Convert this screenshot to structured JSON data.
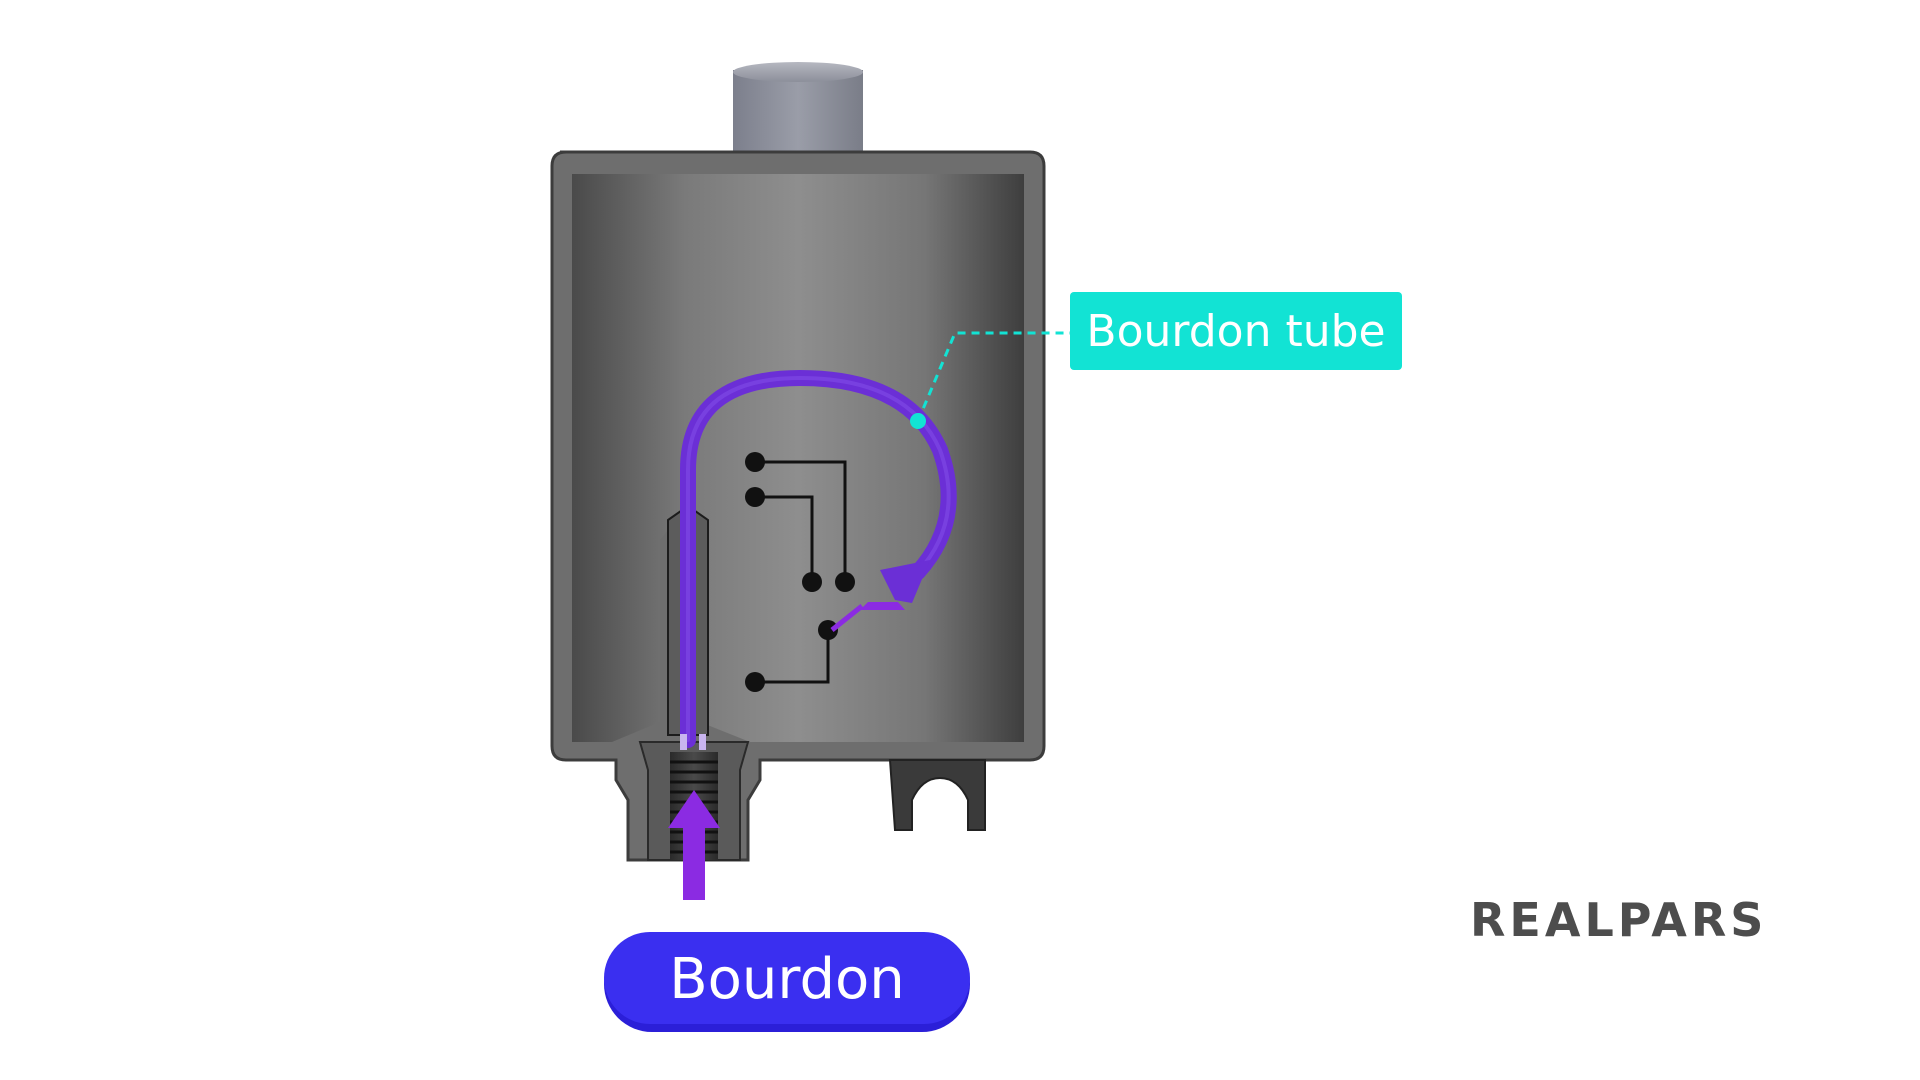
{
  "labels": {
    "bourdon_tube": "Bourdon tube",
    "bourdon": "Bourdon"
  },
  "logo": {
    "text": "REALPARS"
  },
  "colors": {
    "tube_purple": "#6b2fd6",
    "arrow_purple": "#8b2be2",
    "callout_cyan": "#12e3d4",
    "pill_blue": "#2b1fd8",
    "housing_gray": "#8a8a8a",
    "logo_gray": "#4d4d4d"
  }
}
